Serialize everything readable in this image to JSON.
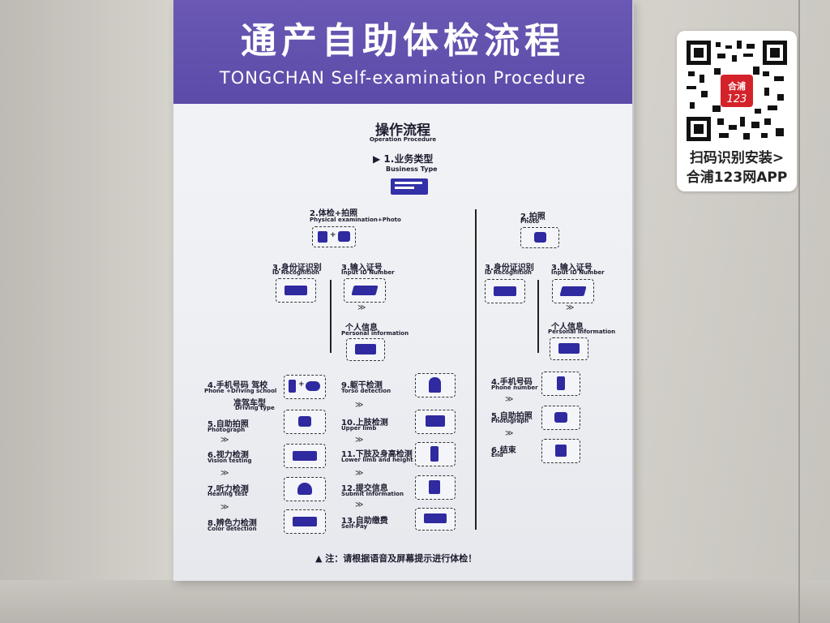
{
  "sign": {
    "title_cn": "通产自助体检流程",
    "title_en": "TONGCHAN Self-examination Procedure",
    "op_cn": "操作流程",
    "op_en": "Operation Procedure",
    "business_cn": "▶ 1.业务类型",
    "business_en": "Business Type",
    "left_branch": {
      "step2_cn": "2.体检+拍照",
      "step2_en": "Physical examination+Photo",
      "id_cn": "3.身份证识别",
      "id_en": "ID Recognition",
      "input_cn": "3.输入证号",
      "input_en": "Input ID Number",
      "personal_cn": "个人信息",
      "personal_en": "Personal information"
    },
    "right_branch": {
      "step2_cn": "2.拍照",
      "step2_en": "Photo",
      "id_cn": "3.身份证识别",
      "id_en": "ID Recognition",
      "input_cn": "3.输入证号",
      "input_en": "Input ID Number",
      "personal_cn": "个人信息",
      "personal_en": "Personal information",
      "phone_cn": "4.手机号码",
      "phone_en": "Phone number",
      "photo_cn": "5.自助拍照",
      "photo_en": "Photograph",
      "end_cn": "6.结束",
      "end_en": "End"
    },
    "col1": {
      "s4_cn": "4.手机号码  驾校",
      "s4_en": "Phone +Driving school",
      "s4b_cn": "准驾车型",
      "s4b_en": "Driving type",
      "s5_cn": "5.自助拍照",
      "s5_en": "Photograph",
      "s6_cn": "6.视力检测",
      "s6_en": "Vision testing",
      "s7_cn": "7.听力检测",
      "s7_en": "Hearing test",
      "s8_cn": "8.辨色力检测",
      "s8_en": "Color detection"
    },
    "col2": {
      "s9_cn": "9.躯干检测",
      "s9_en": "Torso detection",
      "s10_cn": "10.上肢检测",
      "s10_en": "Upper limb",
      "s11_cn": "11.下肢及身高检测",
      "s11_en": "Lower limb and height",
      "s12_cn": "12.提交信息",
      "s12_en": "Submit Information",
      "s13_cn": "13.自助缴费",
      "s13_en": "Self-Pay"
    },
    "note": "▲ 注：请根据语音及屏幕提示进行体检！"
  },
  "watermark": {
    "logo_text": "合浦",
    "line1": "扫码识别安装>",
    "line2": "合浦123网APP"
  },
  "colors": {
    "banner": "#5c4ba8",
    "icon": "#2f2aa0",
    "board": "#eef0f4"
  }
}
